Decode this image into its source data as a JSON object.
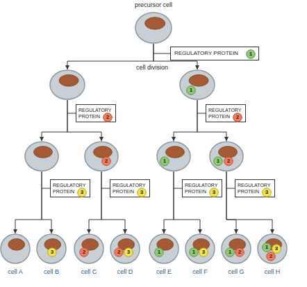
{
  "diagram": {
    "nodes": [
      {
        "text": [
          "precursor cell"
        ]
      },
      {
        "text": [
          "REGULATORY PROTEIN"
        ]
      },
      {
        "text": [
          "1"
        ],
        "in": 1
      },
      {
        "text": []
      },
      {
        "text": []
      },
      {
        "text": [
          "1"
        ],
        "in": 4
      },
      {
        "text": [
          "REGULATORY PROTEIN"
        ]
      },
      {
        "text": [
          "2"
        ],
        "in": 6
      },
      {
        "text": [
          "REGULATORY PROTEIN"
        ]
      },
      {
        "text": [
          "2"
        ],
        "in": 8
      },
      {
        "text": []
      },
      {
        "text": []
      },
      {
        "text": [
          "2"
        ],
        "in": 11
      },
      {
        "text": []
      },
      {
        "text": [
          "1"
        ],
        "in": 13
      },
      {
        "text": []
      },
      {
        "text": [
          "1"
        ],
        "in": 15
      },
      {
        "text": [
          "2"
        ],
        "in": 15
      },
      {
        "text": [
          "REGULATORY PROTEIN"
        ]
      },
      {
        "text": [
          "3"
        ],
        "in": 18
      },
      {
        "text": [
          "REGULATORY PROTEIN"
        ]
      },
      {
        "text": [
          "3"
        ],
        "in": 20
      },
      {
        "text": [
          "REGULATORY PROTEIN"
        ]
      },
      {
        "text": [
          "3"
        ],
        "in": 22
      },
      {
        "text": [
          "REGULATORY PROTEIN"
        ]
      },
      {
        "text": [
          "3"
        ],
        "in": 24
      },
      {
        "text": [
          "cell A"
        ]
      },
      {
        "text": [
          "cell B"
        ]
      },
      {
        "text": [
          "3"
        ],
        "in": 27
      },
      {
        "text": [
          "cell C"
        ]
      },
      {
        "text": [
          "2"
        ],
        "in": 29
      },
      {
        "text": [
          "cell D"
        ]
      },
      {
        "text": [
          "2"
        ],
        "in": 31
      },
      {
        "text": [
          "3"
        ],
        "in": 31
      },
      {
        "text": [
          "cell E"
        ]
      },
      {
        "text": [
          "1"
        ],
        "in": 34
      },
      {
        "text": [
          "cell F"
        ]
      },
      {
        "text": [
          "1"
        ],
        "in": 36
      },
      {
        "text": [
          "3"
        ],
        "in": 36
      },
      {
        "text": [
          "cell G"
        ]
      },
      {
        "text": [
          "1"
        ],
        "in": 39
      },
      {
        "text": [
          "2"
        ],
        "in": 39
      },
      {
        "text": [
          "cell H"
        ]
      },
      {
        "text": [
          "1"
        ],
        "in": 42
      },
      {
        "text": [
          "3"
        ],
        "in": 42
      },
      {
        "text": [
          "2"
        ],
        "in": 42
      }
    ],
    "edges": [
      {
        "from": 0,
        "to": 3,
        "arrow": "to"
      },
      {
        "from": 0,
        "to": 4,
        "arrow": "to"
      },
      {
        "from": 3,
        "to": 10,
        "arrow": "to"
      },
      {
        "from": 3,
        "to": 11,
        "arrow": "to"
      },
      {
        "from": 4,
        "to": 13,
        "arrow": "to"
      },
      {
        "from": 4,
        "to": 15,
        "arrow": "to"
      },
      {
        "from": 10,
        "to": 26,
        "arrow": "to"
      },
      {
        "from": 10,
        "to": 27,
        "arrow": "to"
      },
      {
        "from": 11,
        "to": 29,
        "arrow": "to"
      },
      {
        "from": 11,
        "to": 31,
        "arrow": "to"
      },
      {
        "from": 13,
        "to": 34,
        "arrow": "to"
      },
      {
        "from": 13,
        "to": 36,
        "arrow": "to"
      },
      {
        "from": 15,
        "to": 39,
        "arrow": "to"
      },
      {
        "from": 15,
        "to": 42,
        "arrow": "to"
      }
    ],
    "labels": [
      "cell division"
    ]
  }
}
